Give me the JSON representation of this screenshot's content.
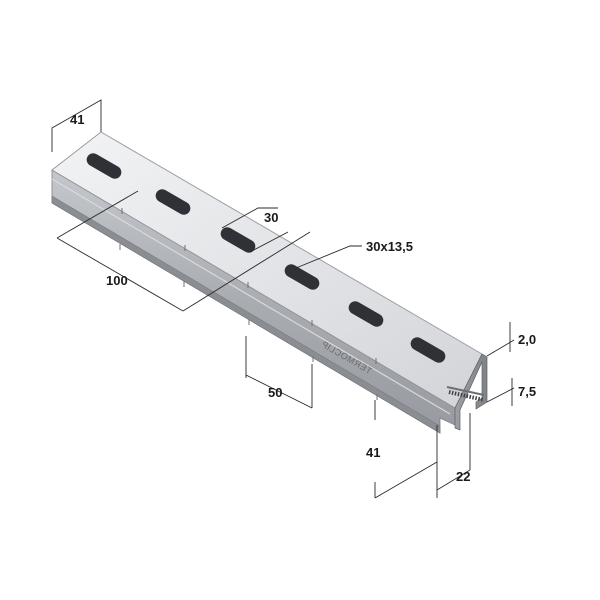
{
  "dimensions": {
    "width_top": "41",
    "slot_length": "30",
    "slot_size": "30x13,5",
    "pitch": "100",
    "slot_gap": "50",
    "height": "41",
    "opening": "22",
    "thickness": "2,0",
    "lip": "7,5"
  },
  "brand": "TERMOCLIP",
  "colors": {
    "metal_light": "#e9eaec",
    "metal_mid": "#b9bcc0",
    "metal_dark": "#8e9196",
    "slot": "#2f3136",
    "dimension_line": "#2a2a2a"
  }
}
